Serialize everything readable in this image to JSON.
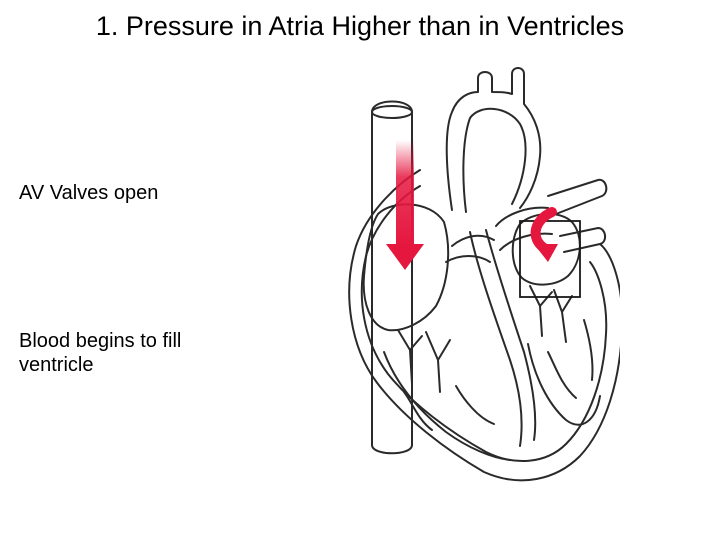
{
  "slide": {
    "title": "1. Pressure in Atria Higher than in Ventricles",
    "captions": [
      "AV Valves open",
      "Blood begins to fill ventricle"
    ]
  },
  "diagram": {
    "subject": "heart-cross-section",
    "arrow_color": "#e5173f",
    "outline_color": "#2a2a2a",
    "arrows": [
      "blood-flow-right-atrium-to-ventricle",
      "blood-flow-left-atrium-to-ventricle"
    ],
    "highlight_box": "av-valve-highlight"
  }
}
